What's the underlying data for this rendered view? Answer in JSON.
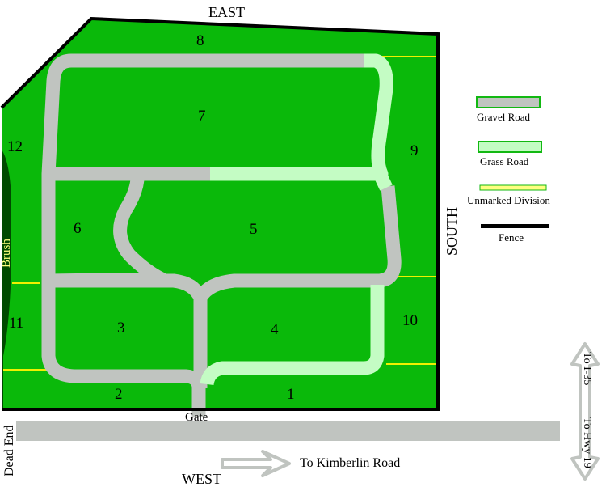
{
  "map": {
    "directions": {
      "top": "EAST",
      "right": "SOUTH",
      "bottom": "WEST"
    },
    "lots": [
      {
        "id": "1",
        "label": "1"
      },
      {
        "id": "2",
        "label": "2"
      },
      {
        "id": "3",
        "label": "3"
      },
      {
        "id": "4",
        "label": "4"
      },
      {
        "id": "5",
        "label": "5"
      },
      {
        "id": "6",
        "label": "6"
      },
      {
        "id": "7",
        "label": "7"
      },
      {
        "id": "8",
        "label": "8"
      },
      {
        "id": "9",
        "label": "9"
      },
      {
        "id": "10",
        "label": "10"
      },
      {
        "id": "11",
        "label": "11"
      },
      {
        "id": "12",
        "label": "12"
      }
    ],
    "brush_label": "Brush",
    "gate_label": "Gate",
    "dead_end_label": "Dead End",
    "kimberlin_label": "To Kimberlin Road",
    "i35_label": "To I-35",
    "hwy19_label": "To Hwy 19"
  },
  "legend": {
    "items": [
      {
        "label": "Gravel Road",
        "fill": "#c0c4c0",
        "border": "#12b812"
      },
      {
        "label": "Grass Road",
        "fill": "#c4fcc4",
        "border": "#12b812"
      },
      {
        "label": "Unmarked Division",
        "fill": "#ffff80",
        "border": "#12b812"
      },
      {
        "label": "Fence",
        "fill": "#000000"
      }
    ]
  },
  "colors": {
    "field": "#0ab90a",
    "brush": "#004a00",
    "gravel": "#c0c4c0",
    "grass_road": "#c4fcc4",
    "division": "#f0f000",
    "fence": "#000000"
  }
}
